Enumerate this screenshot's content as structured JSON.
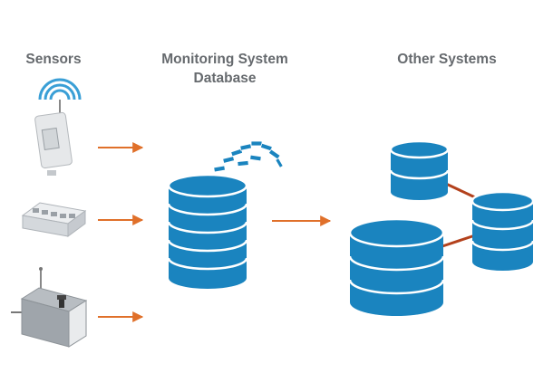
{
  "headings": {
    "sensors": "Sensors",
    "monitoring_line1": "Monitoring System",
    "monitoring_line2": "Database",
    "other_systems": "Other Systems"
  },
  "colors": {
    "heading_text": "#666a6e",
    "arrow": "#e0702a",
    "database_fill": "#1a84bf",
    "database_band": "#ffffff",
    "connector": "#b3411c"
  },
  "icons": {
    "sensors": [
      "wireless-sensor-icon",
      "terminal-module-sensor-icon",
      "probe-enclosure-sensor-icon"
    ],
    "monitoring_database": "database-icon",
    "data_packets": "data-packets-icon",
    "other_systems": [
      "database-icon",
      "database-icon",
      "database-icon"
    ]
  }
}
